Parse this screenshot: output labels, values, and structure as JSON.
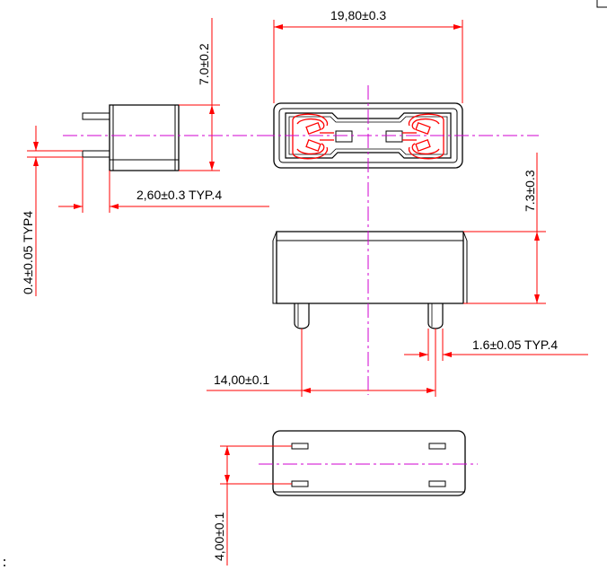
{
  "dimensions": {
    "width_top": "19,80±0.3",
    "height_side": "7.0±0.2",
    "pin_spacing_side": "2,60±0.3 TYP.4",
    "pin_thickness": "0.4±0.05 TYP4",
    "height_front": "7.3±0.3",
    "pin_width": "1.6±0.05 TYP.4",
    "pin_pitch": "14,00±0.1",
    "bottom_row_spacing": "4,00±0.1"
  },
  "colors": {
    "outline": "#000000",
    "dimension": "#ff0000",
    "centerline": "#d000d0",
    "text": "#000000"
  }
}
